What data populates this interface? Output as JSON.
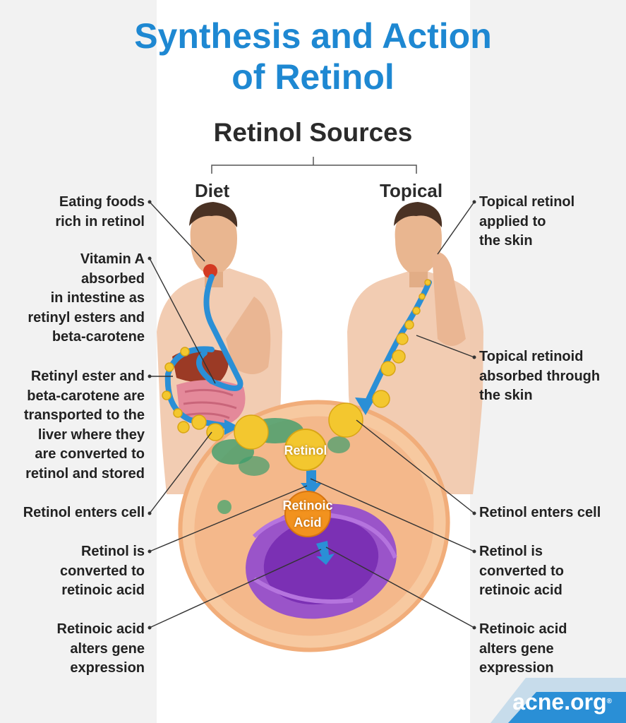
{
  "title": {
    "line1": "Synthesis and Action",
    "line2": "of Retinol"
  },
  "subtitle": "Retinol Sources",
  "branches": {
    "diet": "Diet",
    "topical": "Topical"
  },
  "left_labels": [
    {
      "lines": [
        "Eating foods",
        "rich in retinol"
      ]
    },
    {
      "lines": [
        "Vitamin A",
        "absorbed",
        "in intestine as",
        "retinyl esters and",
        "beta-carotene"
      ]
    },
    {
      "lines": [
        "Retinyl ester and",
        "beta-carotene are",
        "transported to the",
        "liver where they",
        "are converted to",
        "retinol and stored"
      ]
    },
    {
      "lines": [
        "Retinol enters cell"
      ]
    },
    {
      "lines": [
        "Retinol is",
        "converted to",
        "retinoic acid"
      ]
    },
    {
      "lines": [
        "Retinoic acid",
        "alters gene",
        "expression"
      ]
    }
  ],
  "right_labels": [
    {
      "lines": [
        "Topical retinol",
        "applied to",
        "the skin"
      ]
    },
    {
      "lines": [
        "Topical retinoid",
        "absorbed through",
        "the skin"
      ]
    },
    {
      "lines": [
        "Retinol enters cell"
      ]
    },
    {
      "lines": [
        "Retinol is",
        "converted to",
        "retinoic acid"
      ]
    },
    {
      "lines": [
        "Retinoic acid",
        "alters gene",
        "expression"
      ]
    }
  ],
  "cell_labels": {
    "retinol": "Retinol",
    "retinoic_line1": "Retinoic",
    "retinoic_line2": "Acid"
  },
  "logo": {
    "text": "acne.org",
    "mark": "®"
  },
  "colors": {
    "title_blue": "#1e88d2",
    "arrow_blue": "#2a8fd6",
    "molecule_yellow": "#f3c72f",
    "cell_orange": "#f3b88a",
    "nucleus_purple": "#8a3fc0",
    "text_dark": "#222222"
  }
}
